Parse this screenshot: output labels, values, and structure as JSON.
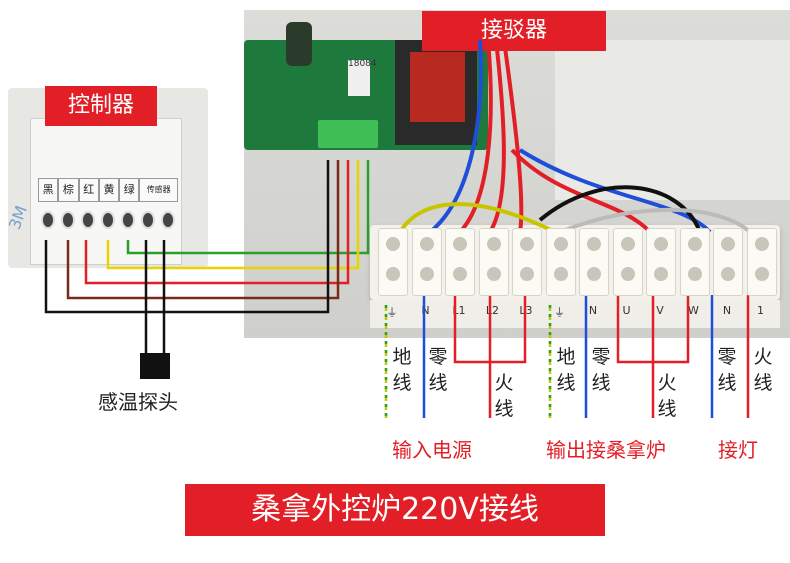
{
  "labels": {
    "controller": "控制器",
    "contactor": "接驳器",
    "probe": "感温探头",
    "title": "桑拿外控炉220V接线"
  },
  "controller_terminals": [
    "黑",
    "棕",
    "红",
    "黄",
    "绿",
    "传感器"
  ],
  "board_marks": [
    "3M",
    "18084"
  ],
  "terminal_marks": [
    "⏚",
    "N",
    "L1",
    "L2",
    "L3",
    "⏚",
    "N",
    "U",
    "V",
    "W",
    "N",
    "1"
  ],
  "wire_labels": {
    "ground1": "地线",
    "neutral1": "零线",
    "live1": "火线",
    "ground2": "地线",
    "neutral2": "零线",
    "live2": "火线",
    "neutral3": "零线",
    "live3": "火线"
  },
  "groups": {
    "input": "输入电源",
    "output": "输出接桑拿炉",
    "light": "接灯"
  },
  "colors": {
    "red": "#e21f26",
    "yellow": "#e8d400",
    "green": "#2aa02a",
    "blue": "#1f4fd8",
    "brown": "#7a2a1a",
    "black": "#111111"
  }
}
